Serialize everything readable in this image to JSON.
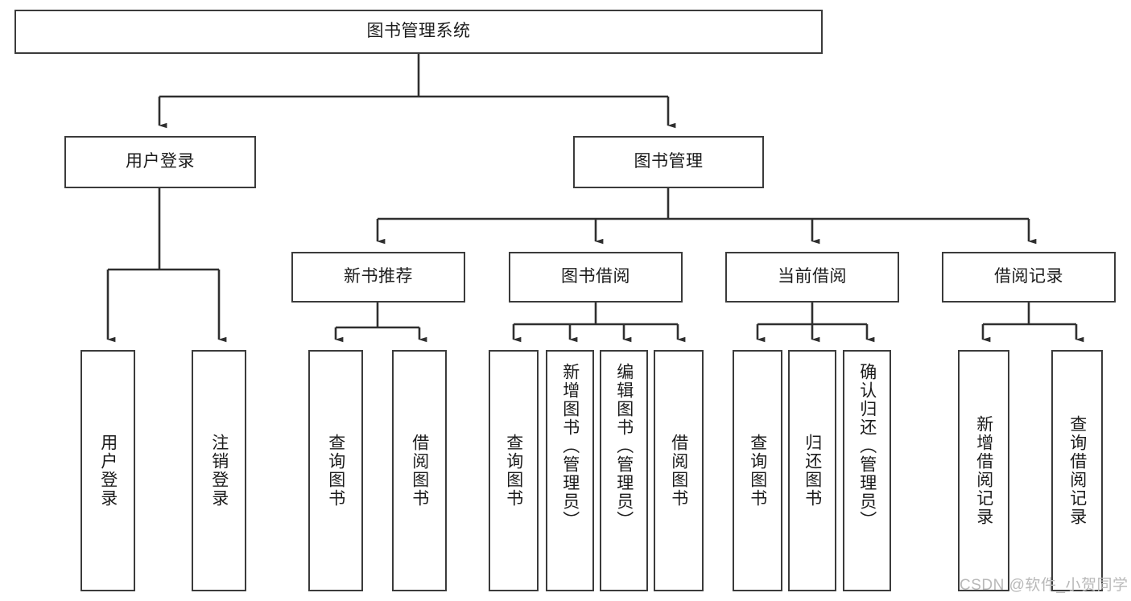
{
  "diagram": {
    "type": "tree",
    "title": "图书管理系统",
    "root": {
      "id": "root",
      "label": "图书管理系统"
    },
    "level2": [
      {
        "id": "user-login",
        "label": "用户登录"
      },
      {
        "id": "book-management",
        "label": "图书管理"
      }
    ],
    "level3": [
      {
        "id": "new-book-recommend",
        "label": "新书推荐",
        "parent": "book-management"
      },
      {
        "id": "book-borrow",
        "label": "图书借阅",
        "parent": "book-management"
      },
      {
        "id": "current-borrow",
        "label": "当前借阅",
        "parent": "book-management"
      },
      {
        "id": "borrow-record",
        "label": "借阅记录",
        "parent": "book-management"
      }
    ],
    "leaves": [
      {
        "id": "leaf-user-login",
        "label": "用户登录",
        "parent": "user-login"
      },
      {
        "id": "leaf-logout-login",
        "label": "注销登录",
        "parent": "user-login"
      },
      {
        "id": "leaf-query-book-1",
        "label": "查询图书",
        "parent": "new-book-recommend"
      },
      {
        "id": "leaf-borrow-book-1",
        "label": "借阅图书",
        "parent": "new-book-recommend"
      },
      {
        "id": "leaf-query-book-2",
        "label": "查询图书",
        "parent": "book-borrow"
      },
      {
        "id": "leaf-add-book",
        "label": "新增图书（管理员）",
        "parent": "book-borrow"
      },
      {
        "id": "leaf-edit-book",
        "label": "编辑图书（管理员）",
        "parent": "book-borrow"
      },
      {
        "id": "leaf-borrow-book-2",
        "label": "借阅图书",
        "parent": "book-borrow"
      },
      {
        "id": "leaf-query-book-3",
        "label": "查询图书",
        "parent": "current-borrow"
      },
      {
        "id": "leaf-return-book",
        "label": "归还图书",
        "parent": "current-borrow"
      },
      {
        "id": "leaf-confirm-return",
        "label": "确认归还（管理员）",
        "parent": "current-borrow"
      },
      {
        "id": "leaf-add-record",
        "label": "新增借阅记录",
        "parent": "borrow-record"
      },
      {
        "id": "leaf-query-record",
        "label": "查询借阅记录",
        "parent": "borrow-record"
      }
    ],
    "colors": {
      "stroke": "#3b3b3b",
      "background": "#ffffff",
      "text": "#1c1c1c",
      "watermark": "#b9b9b9"
    }
  },
  "watermark": {
    "text": "CSDN @软件_小贺同学"
  }
}
